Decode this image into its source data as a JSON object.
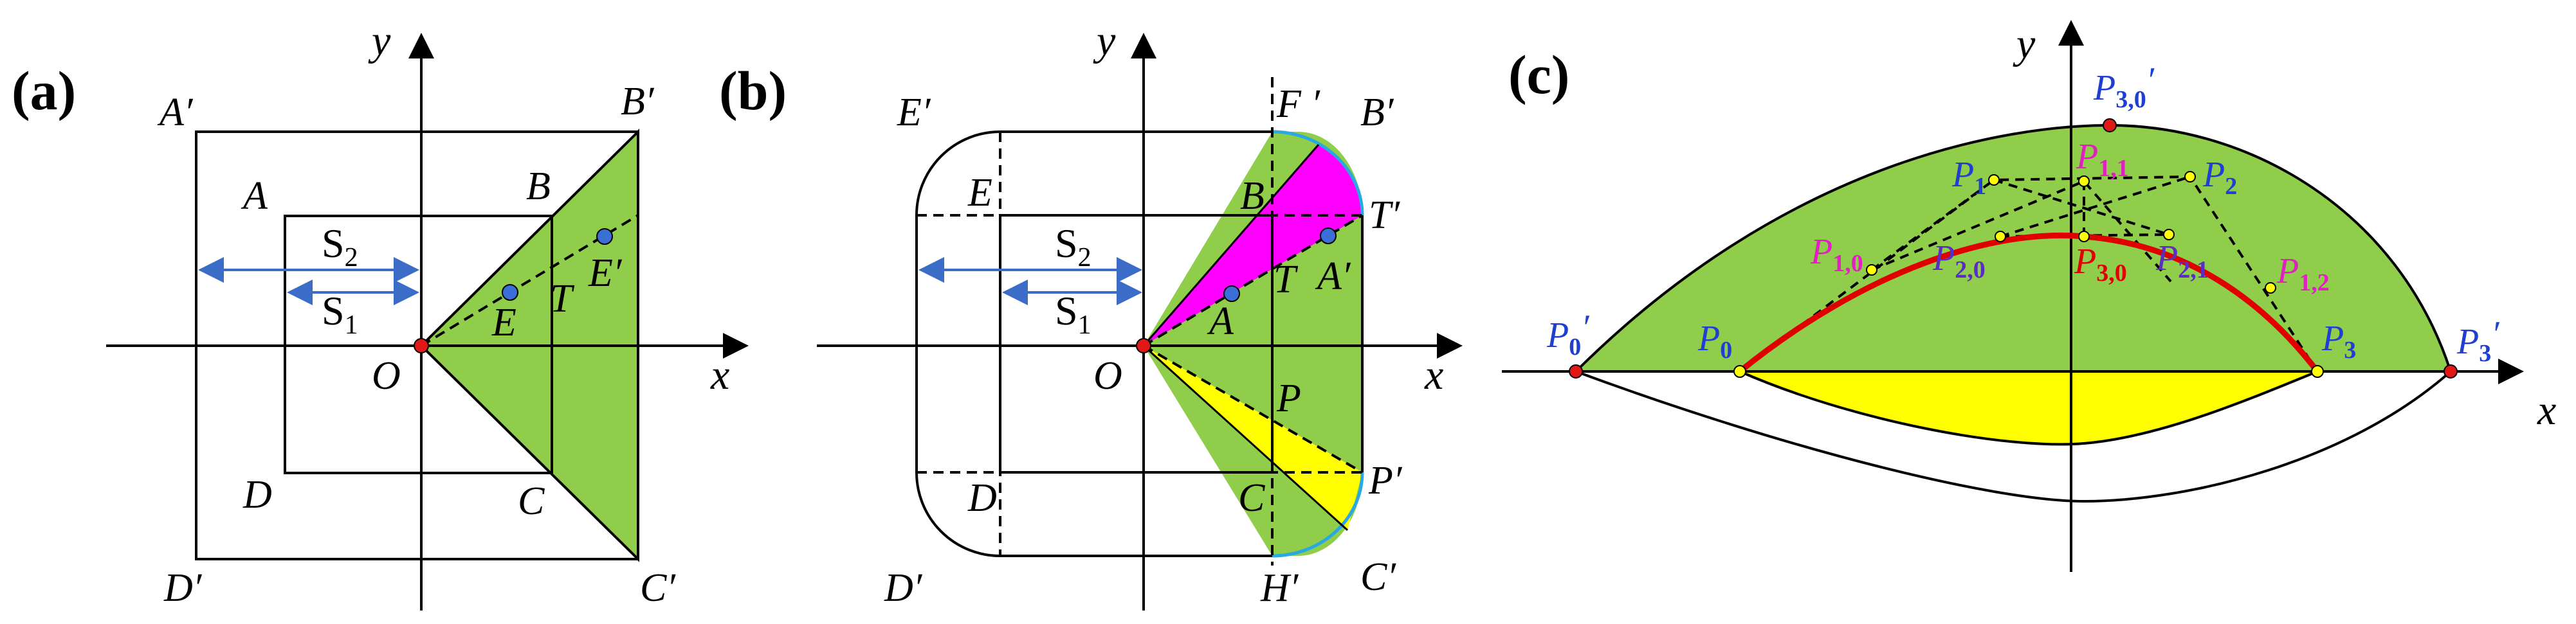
{
  "colors": {
    "green": "#8fcd4a",
    "yellow": "#ffff00",
    "magenta": "#ff00ff",
    "point_blue": "#3b6fd8",
    "point_red": "#e01818",
    "curve_red": "#e00000",
    "arc_blue": "#2aa8e0",
    "arrow_blue": "#3a6cc8",
    "label_blue": "#1f3fd0",
    "label_magenta": "#e020c0",
    "point_yellow": "#ffff00"
  },
  "panel_a": {
    "tag": "(a)",
    "x_axis": "x",
    "y_axis": "y",
    "origin": "O",
    "outer_corners": [
      "A′",
      "B′",
      "C′",
      "D′"
    ],
    "inner_corners": [
      "A",
      "B",
      "C",
      "D"
    ],
    "point_E": "E",
    "point_E_prime": "E′",
    "point_T": "T",
    "s2": "S",
    "s2_sub": "2",
    "s1": "S",
    "s1_sub": "1"
  },
  "panel_b": {
    "tag": "(b)",
    "x_axis": "x",
    "y_axis": "y",
    "origin": "O",
    "E_prime": "E′",
    "F_prime": "F ′",
    "B_prime": "B′",
    "E": "E",
    "B": "B",
    "T_prime": "T′",
    "A_prime": "A′",
    "T": "T",
    "A": "A",
    "P": "P",
    "P_prime": "P′",
    "D": "D",
    "C": "C",
    "D_prime": "D′",
    "H_prime": "H′",
    "C_prime": "C′",
    "s2": "S",
    "s2_sub": "2",
    "s1": "S",
    "s1_sub": "1"
  },
  "panel_c": {
    "tag": "(c)",
    "x_axis": "x",
    "y_axis": "y",
    "P": "P",
    "sub_30_prime": "3,0",
    "prime": "′",
    "sub_11": "1,1",
    "sub_1": "1",
    "sub_2": "2",
    "sub_10": "1,0",
    "sub_20": "2,0",
    "sub_30": "3,0",
    "sub_21": "2,1",
    "sub_12": "1,2",
    "sub_0": "0",
    "sub_3": "3"
  }
}
